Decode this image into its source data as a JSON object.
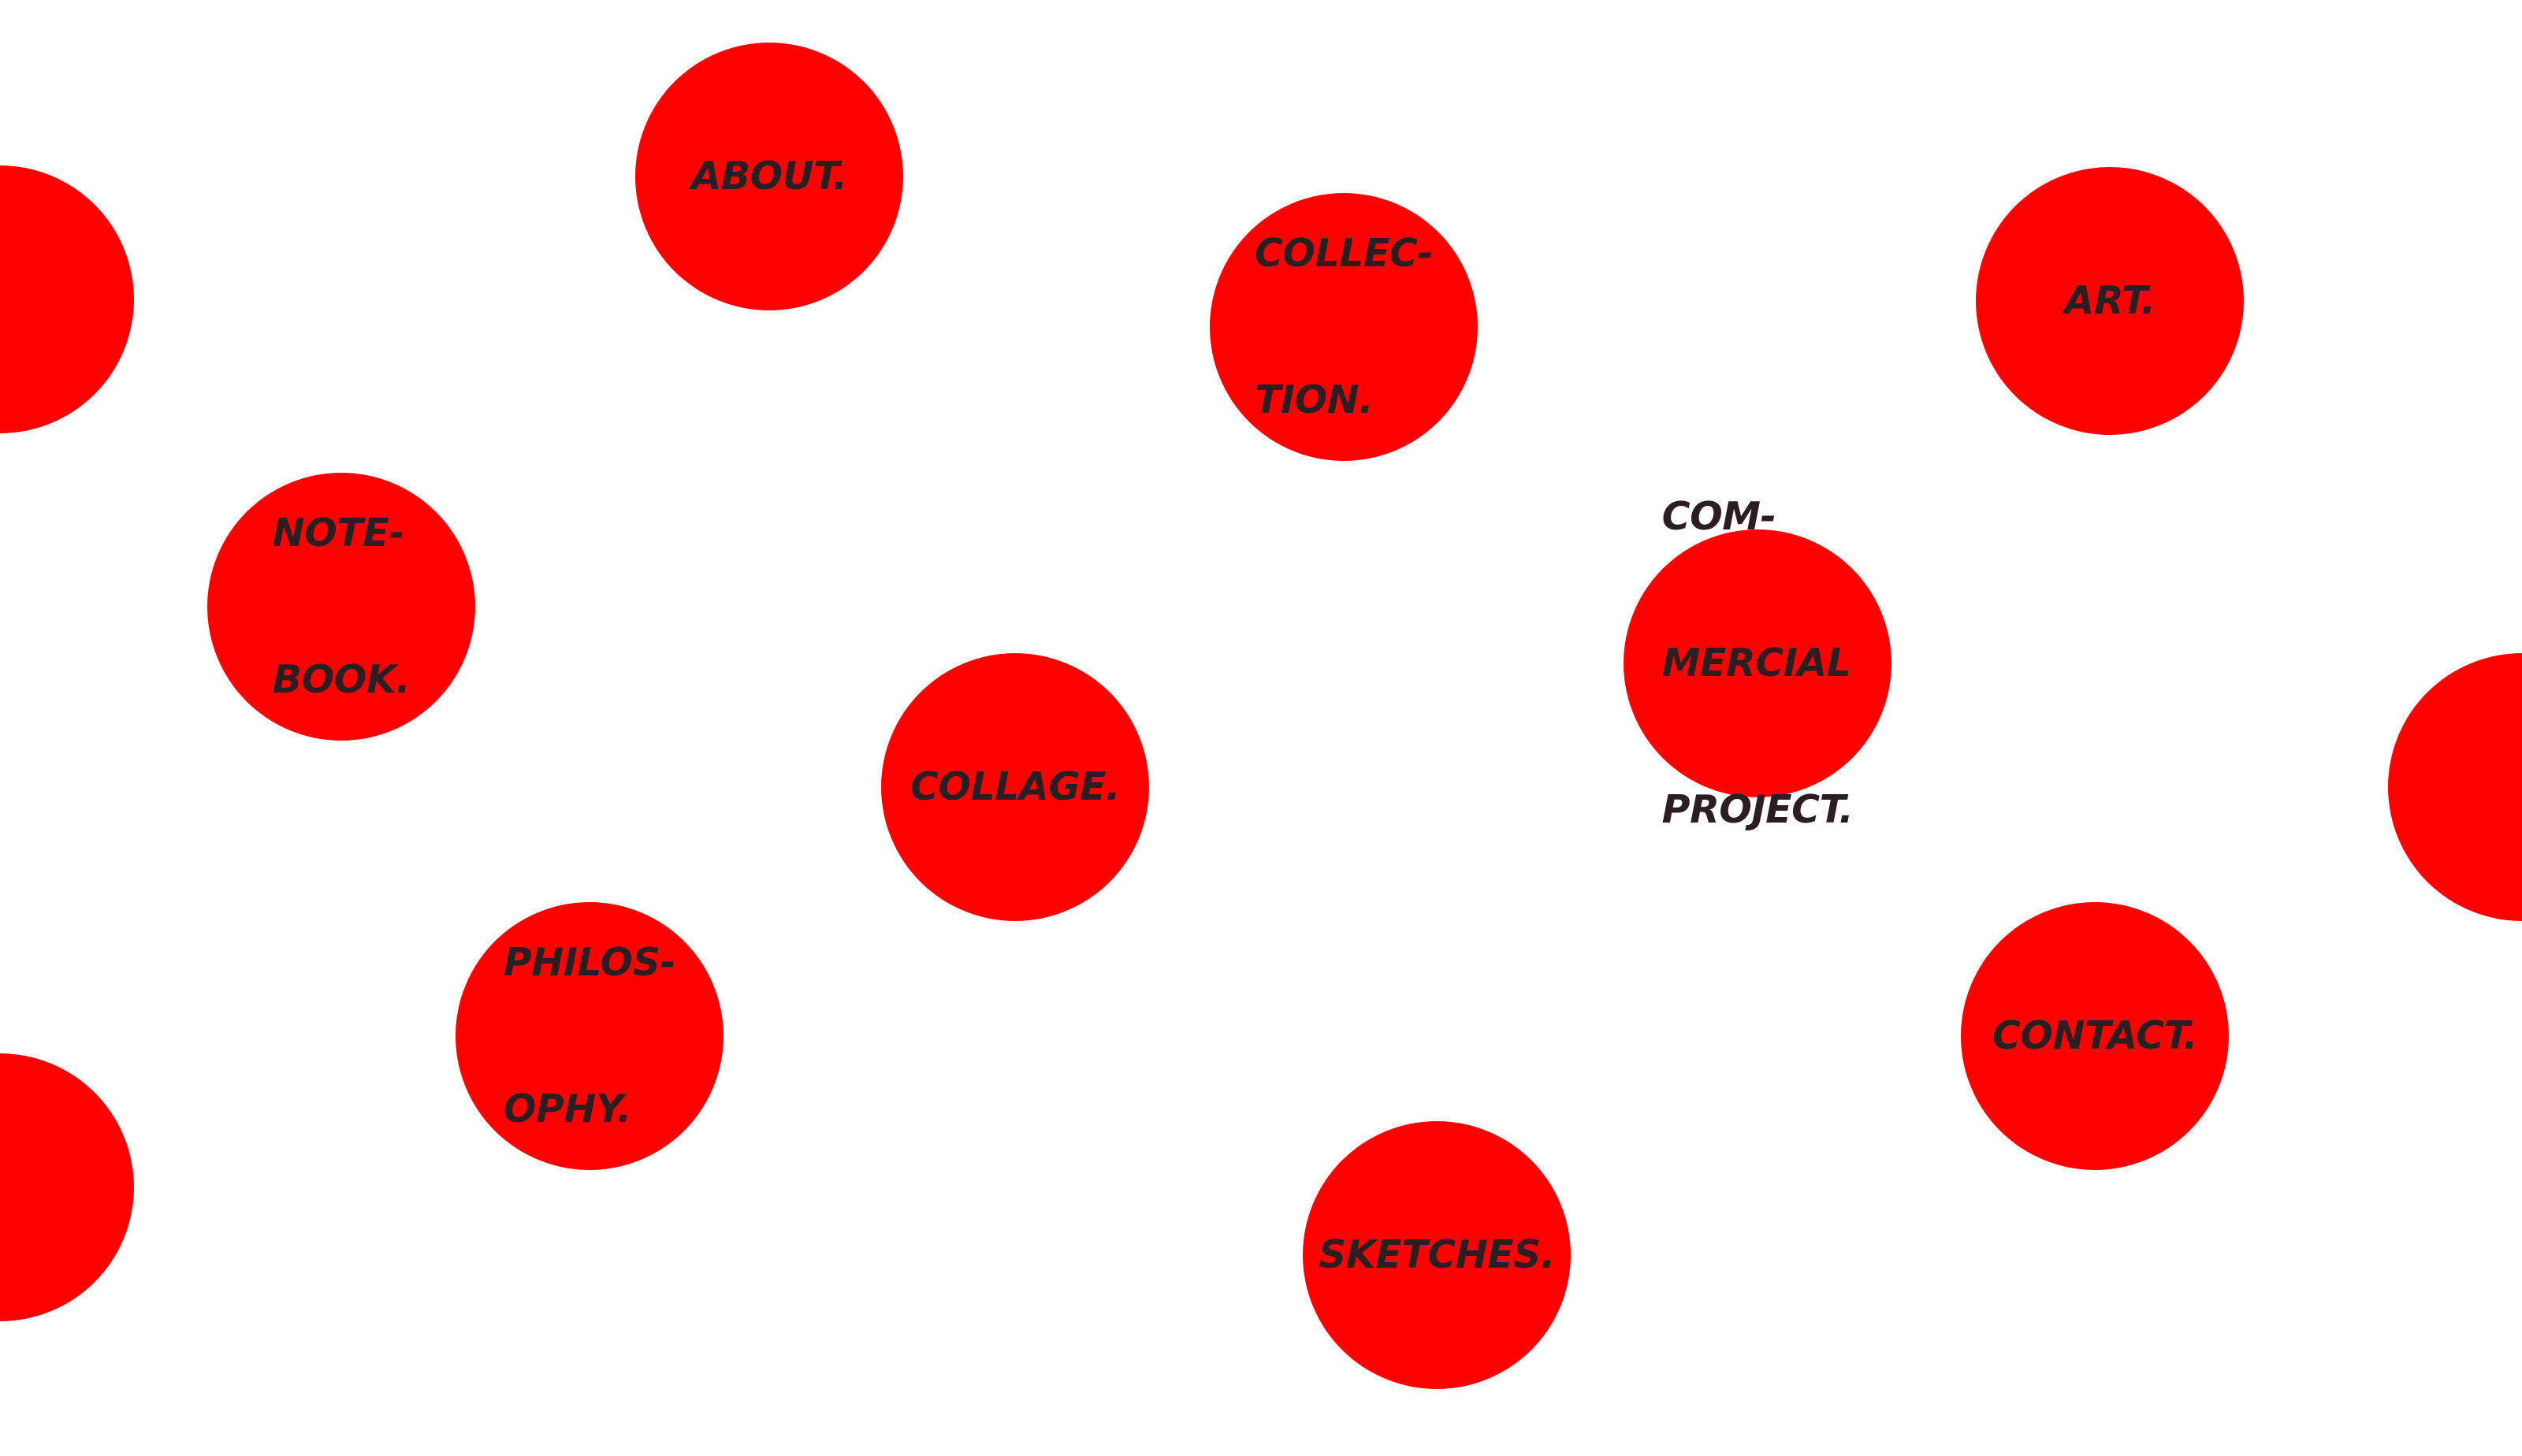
{
  "theme": {
    "background": "#ffffff",
    "bubble_color": "#ff0000",
    "text_color": "#2b1d22"
  },
  "nav": {
    "about": {
      "lines": [
        "ABOUT."
      ]
    },
    "collection": {
      "lines": [
        "COLLEC-",
        "TION."
      ]
    },
    "art": {
      "lines": [
        "ART."
      ]
    },
    "notebook": {
      "lines": [
        "NOTE-",
        "BOOK."
      ]
    },
    "commercial": {
      "lines": [
        "COM-",
        "MERCIAL",
        "PROJECT."
      ]
    },
    "collage": {
      "lines": [
        "COLLAGE."
      ]
    },
    "philosophy": {
      "lines": [
        "PHILOS-",
        "OPHY."
      ]
    },
    "contact": {
      "lines": [
        "CONTACT."
      ]
    },
    "sketches": {
      "lines": [
        "SKETCHES."
      ]
    }
  }
}
